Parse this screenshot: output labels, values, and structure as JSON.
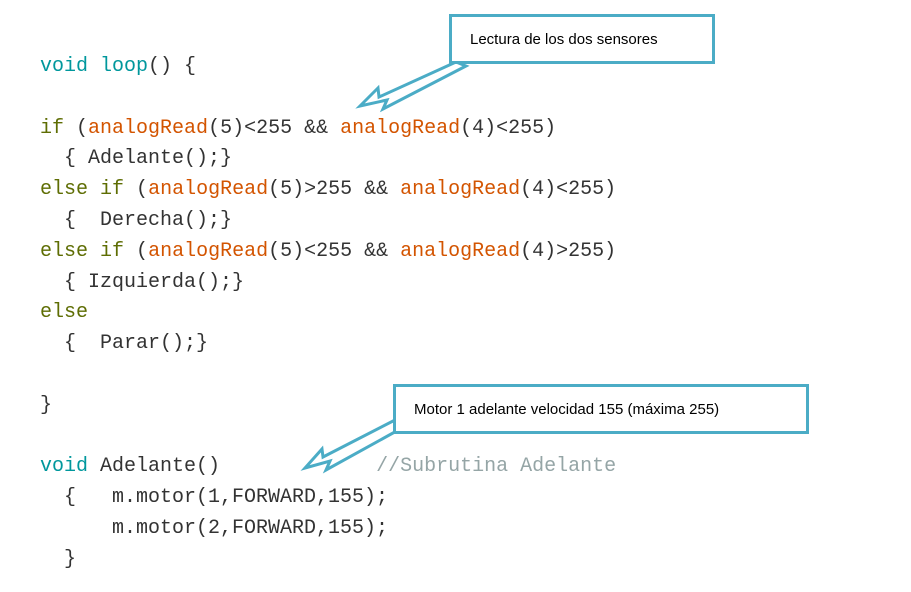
{
  "code_lines": [
    [
      {
        "t": "void",
        "c": "ty"
      },
      {
        "t": " "
      },
      {
        "t": "loop",
        "c": "ty"
      },
      {
        "t": "() {"
      }
    ],
    [],
    [
      {
        "t": "if",
        "c": "kw"
      },
      {
        "t": " ("
      },
      {
        "t": "analogRead",
        "c": "fn"
      },
      {
        "t": "(5)<255 && "
      },
      {
        "t": "analogRead",
        "c": "fn"
      },
      {
        "t": "(4)<255)"
      }
    ],
    [
      {
        "t": "  { Adelante();}"
      }
    ],
    [
      {
        "t": "else",
        "c": "kw"
      },
      {
        "t": " "
      },
      {
        "t": "if",
        "c": "kw"
      },
      {
        "t": " ("
      },
      {
        "t": "analogRead",
        "c": "fn"
      },
      {
        "t": "(5)>255 && "
      },
      {
        "t": "analogRead",
        "c": "fn"
      },
      {
        "t": "(4)<255)"
      }
    ],
    [
      {
        "t": "  {  Derecha();}"
      }
    ],
    [
      {
        "t": "else",
        "c": "kw"
      },
      {
        "t": " "
      },
      {
        "t": "if",
        "c": "kw"
      },
      {
        "t": " ("
      },
      {
        "t": "analogRead",
        "c": "fn"
      },
      {
        "t": "(5)<255 && "
      },
      {
        "t": "analogRead",
        "c": "fn"
      },
      {
        "t": "(4)>255)"
      }
    ],
    [
      {
        "t": "  { Izquierda();}"
      }
    ],
    [
      {
        "t": "else",
        "c": "kw"
      }
    ],
    [
      {
        "t": "  {  Parar();}"
      }
    ],
    [],
    [
      {
        "t": "}"
      }
    ],
    [],
    [
      {
        "t": "void",
        "c": "ty"
      },
      {
        "t": " Adelante()             "
      },
      {
        "t": "//Subrutina Adelante",
        "c": "cm"
      }
    ],
    [
      {
        "t": "  {   m.motor(1,FORWARD,155);"
      }
    ],
    [
      {
        "t": "      m.motor(2,FORWARD,155);"
      }
    ],
    [
      {
        "t": "  }"
      }
    ]
  ],
  "callouts": {
    "sensors": "Lectura de los dos sensores",
    "motor": "Motor 1 adelante velocidad 155 (máxima 255)"
  },
  "colors": {
    "callout_border": "#4bacc6",
    "keyword": "#5e6d03",
    "type": "#00979c",
    "function": "#d35400",
    "comment": "#95a5a6"
  }
}
